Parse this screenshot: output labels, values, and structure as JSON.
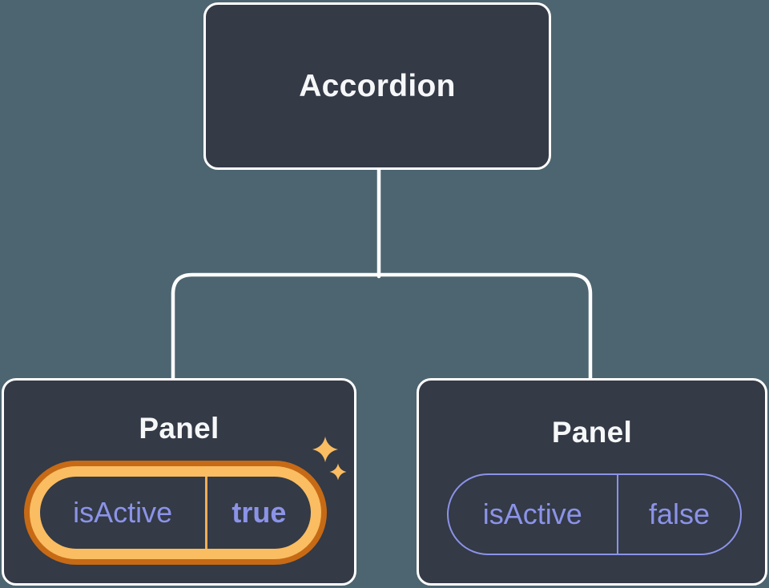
{
  "diagram": {
    "root": {
      "label": "Accordion"
    },
    "panels": [
      {
        "title": "Panel",
        "prop_name": "isActive",
        "prop_value": "true",
        "highlighted": true
      },
      {
        "title": "Panel",
        "prop_name": "isActive",
        "prop_value": "false",
        "highlighted": false
      }
    ]
  },
  "icons": {
    "sparkles": "sparkle-stars-gold"
  },
  "colors": {
    "page_background": "#4D6570",
    "card_background": "#343A46",
    "card_border": "#FFFFFF",
    "title_text": "#F6F7F9",
    "state_text_purple": "#8B93E8",
    "highlight_ring_dark": "#C76A15",
    "highlight_ring_gold": "#FABD62",
    "highlight_divider": "#EFAE55",
    "sparkle_gold": "#FABD62",
    "connector": "#FFFFFF"
  }
}
